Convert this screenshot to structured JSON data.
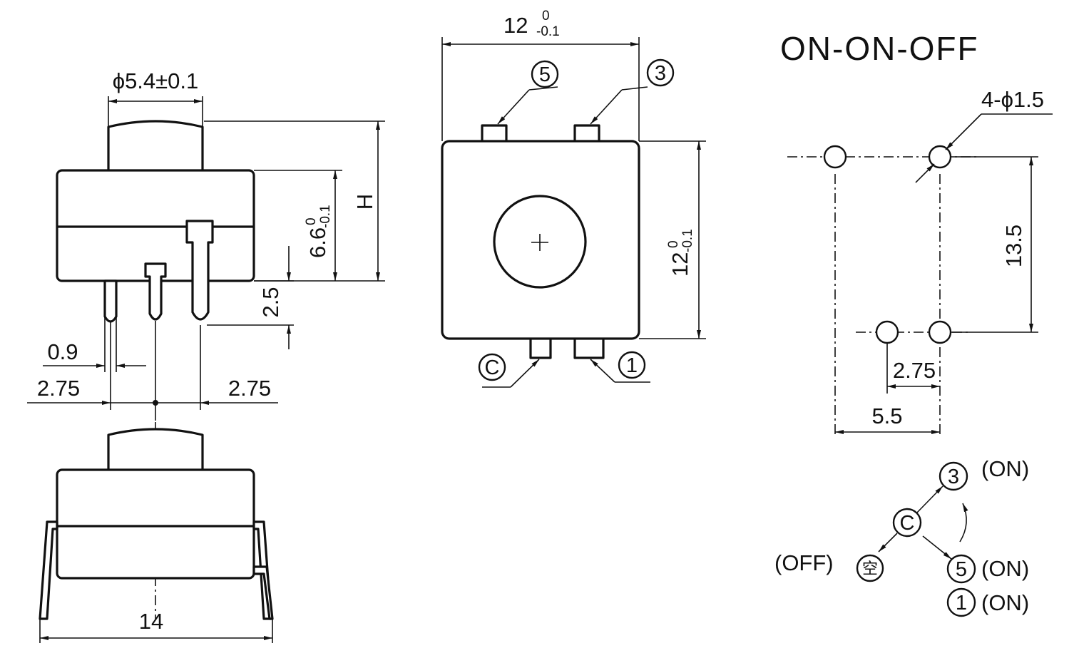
{
  "side_view": {
    "diameter_label": "ϕ5.4±0.1",
    "height_label": "H",
    "body_height": {
      "base": "6.6",
      "upper": "0",
      "lower": "-0.1"
    },
    "pin_length": "2.5",
    "pin_width": "0.9",
    "pitch_left": "2.75",
    "pitch_right": "2.75"
  },
  "front_view": {
    "width_dim": {
      "base": "12",
      "upper": "0",
      "lower": "-0.1"
    },
    "height_dim": {
      "base": "12",
      "upper": "0",
      "lower": "-0.1"
    },
    "terminals": {
      "top_left": "5",
      "top_right": "3",
      "bottom_left": "C",
      "bottom_right": "1"
    }
  },
  "bottom_view": {
    "width_label": "14"
  },
  "hole_layout": {
    "title": "ON-ON-OFF",
    "holes_label": "4-ϕ1.5",
    "vertical_spacing": "13.5",
    "small_spacing": "2.75",
    "wide_spacing": "5.5"
  },
  "circuit": {
    "common": "C",
    "positions": [
      {
        "node": "3",
        "state": "(ON)"
      },
      {
        "node": "5",
        "state": "(ON)"
      },
      {
        "node": "1",
        "state": "(ON)"
      },
      {
        "node": "空",
        "state": "(OFF)"
      }
    ]
  }
}
